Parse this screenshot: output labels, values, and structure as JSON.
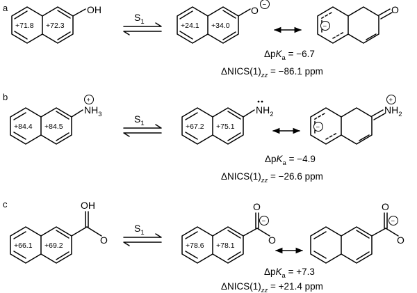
{
  "panels": [
    {
      "label": "a",
      "acid": {
        "substituent": "OH",
        "nics_left": "+71.8",
        "nics_right": "+72.3"
      },
      "excitation": "S",
      "excitation_sub": "1",
      "excited": {
        "substituent": "O",
        "charge": "−",
        "nics_left": "+24.1",
        "nics_right": "+34.0"
      },
      "resonance": {
        "substituent": "O",
        "ring_charge": "−"
      },
      "dpka": {
        "prefix": "Δp",
        "K": "K",
        "a": "a",
        "value": " = −6.7"
      },
      "dnics": {
        "prefix": "ΔNICS(1)",
        "sub": "zz",
        "value": " = −86.1 ppm"
      }
    },
    {
      "label": "b",
      "acid": {
        "substituent": "NH",
        "sub": "3",
        "charge": "+",
        "nics_left": "+84.4",
        "nics_right": "+84.5"
      },
      "excitation": "S",
      "excitation_sub": "1",
      "excited": {
        "substituent": "NH",
        "sub": "2",
        "nics_left": "+67.2",
        "nics_right": "+75.1"
      },
      "resonance": {
        "substituent": "NH",
        "sub": "2",
        "charge": "+",
        "ring_charge": "−"
      },
      "dpka": {
        "prefix": "Δp",
        "K": "K",
        "a": "a",
        "value": " = −4.9"
      },
      "dnics": {
        "prefix": "ΔNICS(1)",
        "sub": "zz",
        "value": " = −26.6 ppm"
      }
    },
    {
      "label": "c",
      "acid": {
        "carbonyl": "O",
        "hydroxyl": "OH",
        "nics_left": "+66.1",
        "nics_right": "+69.2"
      },
      "excitation": "S",
      "excitation_sub": "1",
      "excited": {
        "carbonyl": "O",
        "oxide": "O",
        "charge": "−",
        "nics_left": "+78.6",
        "nics_right": "+78.1"
      },
      "resonance": {
        "carbonyl": "O",
        "oxide": "O",
        "charge": "−"
      },
      "dpka": {
        "prefix": "Δp",
        "K": "K",
        "a": "a",
        "value": " = +7.3"
      },
      "dnics": {
        "prefix": "ΔNICS(1)",
        "sub": "zz",
        "value": " = +21.4 ppm"
      }
    }
  ]
}
